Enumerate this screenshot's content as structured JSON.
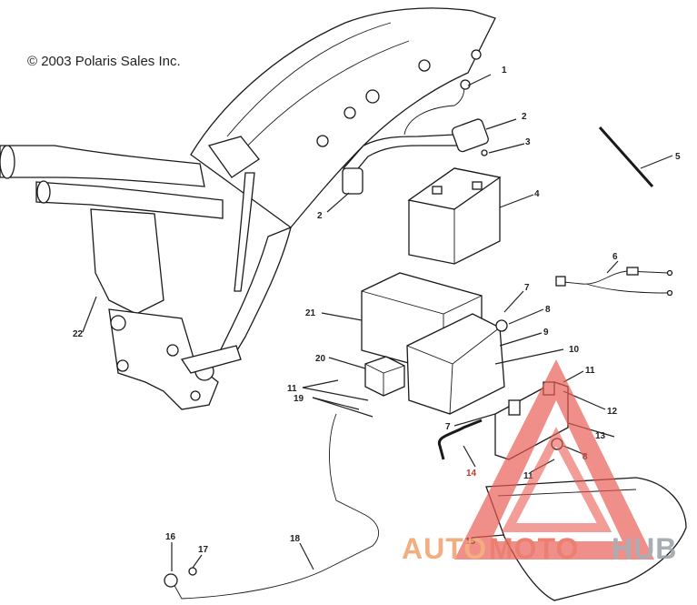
{
  "copyright": "© 2003 Polaris Sales Inc.",
  "callouts": [
    "1",
    "2",
    "3",
    "4",
    "5",
    "2",
    "6",
    "7",
    "8",
    "9",
    "10",
    "11",
    "21",
    "20",
    "11",
    "19",
    "12",
    "13",
    "7",
    "14",
    "8",
    "11",
    "22",
    "18",
    "16",
    "17",
    "15"
  ],
  "watermark": {
    "parts": [
      "AUTO",
      "MOTO",
      "HUB"
    ],
    "colors": {
      "auto": "#f2a06b",
      "moto": "#e86a5a",
      "hub": "#9aa0a6",
      "triangle": "#ea5b52"
    }
  }
}
